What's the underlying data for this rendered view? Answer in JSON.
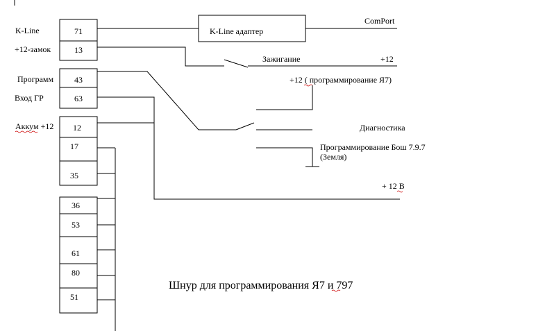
{
  "pin_labels": {
    "kline": "K-Line",
    "ignition_lock": "+12-замок",
    "program": "Программ",
    "input_gr": "Вход ГР",
    "battery": "Аккум +12"
  },
  "pins": [
    "71",
    "13",
    "43",
    "63",
    "12",
    "17",
    "35",
    "36",
    "53",
    "61",
    "80",
    "51"
  ],
  "adapter": {
    "label": "K-Line адаптер",
    "port": "ComPort"
  },
  "ignition": {
    "label": "Зажигание",
    "voltage": "+12"
  },
  "prog_supply": "+12 ( программирование Я7)",
  "diagnostics": "Диагностика",
  "bosch": {
    "line1": "Программирование Бош 7.9.7",
    "line2": "(Земля)"
  },
  "plus12v": "+ 12 В",
  "title": "Шнур для программирования Я7 и 797"
}
